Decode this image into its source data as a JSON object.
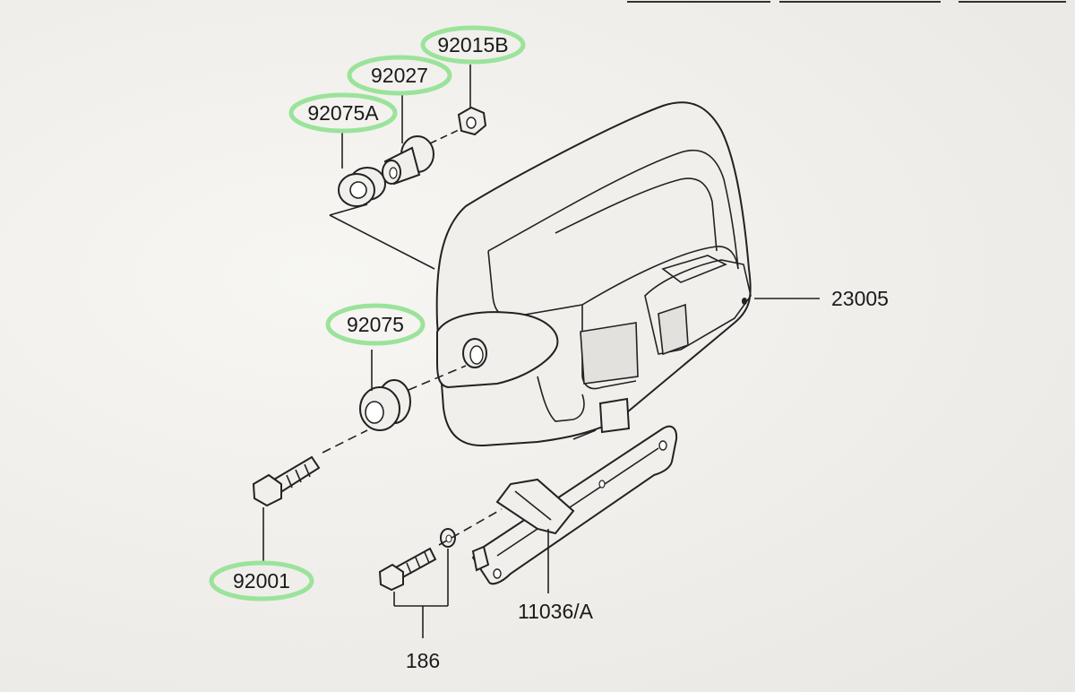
{
  "diagram": {
    "parts": [
      {
        "id": "p92015B",
        "number": "92015B",
        "highlighted": true,
        "description": "nut"
      },
      {
        "id": "p92027",
        "number": "92027",
        "highlighted": true,
        "description": "collar"
      },
      {
        "id": "p92075A",
        "number": "92075A",
        "highlighted": true,
        "description": "grommet"
      },
      {
        "id": "p92075",
        "number": "92075",
        "highlighted": true,
        "description": "grommet"
      },
      {
        "id": "p92001",
        "number": "92001",
        "highlighted": true,
        "description": "bolt"
      },
      {
        "id": "p23005",
        "number": "23005",
        "highlighted": false,
        "description": "cover"
      },
      {
        "id": "p11036A",
        "number": "11036/A",
        "highlighted": false,
        "description": "bracket"
      },
      {
        "id": "p186",
        "number": "186",
        "highlighted": false,
        "description": "bolt and washer set"
      }
    ],
    "highlight_color": "#9be39b",
    "line_color": "#222222"
  }
}
